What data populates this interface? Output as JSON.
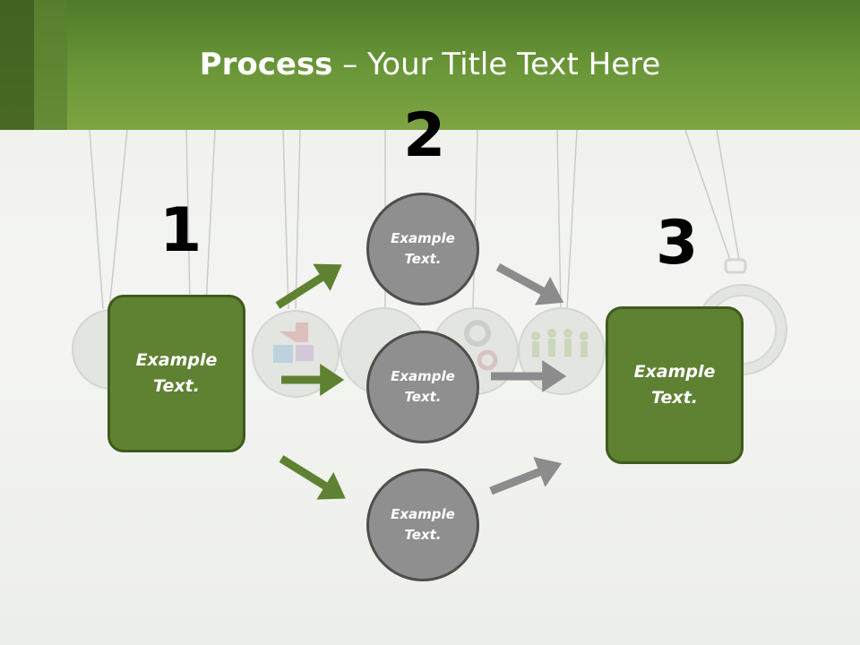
{
  "title": {
    "bold": "Process",
    "rest": " – Your Title Text Here"
  },
  "steps": [
    {
      "number": "1"
    },
    {
      "number": "2"
    },
    {
      "number": "3"
    }
  ],
  "boxes": {
    "left": {
      "line1": "Example",
      "line2": "Text."
    },
    "right": {
      "line1": "Example",
      "line2": "Text."
    }
  },
  "circles": [
    {
      "line1": "Example",
      "line2": "Text."
    },
    {
      "line1": "Example",
      "line2": "Text."
    },
    {
      "line1": "Example",
      "line2": "Text."
    }
  ],
  "colors": {
    "header": "#6b9738",
    "box": "#5f8132",
    "circle": "#8f8f8f",
    "arrow_green": "#5f8132",
    "arrow_gray": "#8c8c8c"
  }
}
